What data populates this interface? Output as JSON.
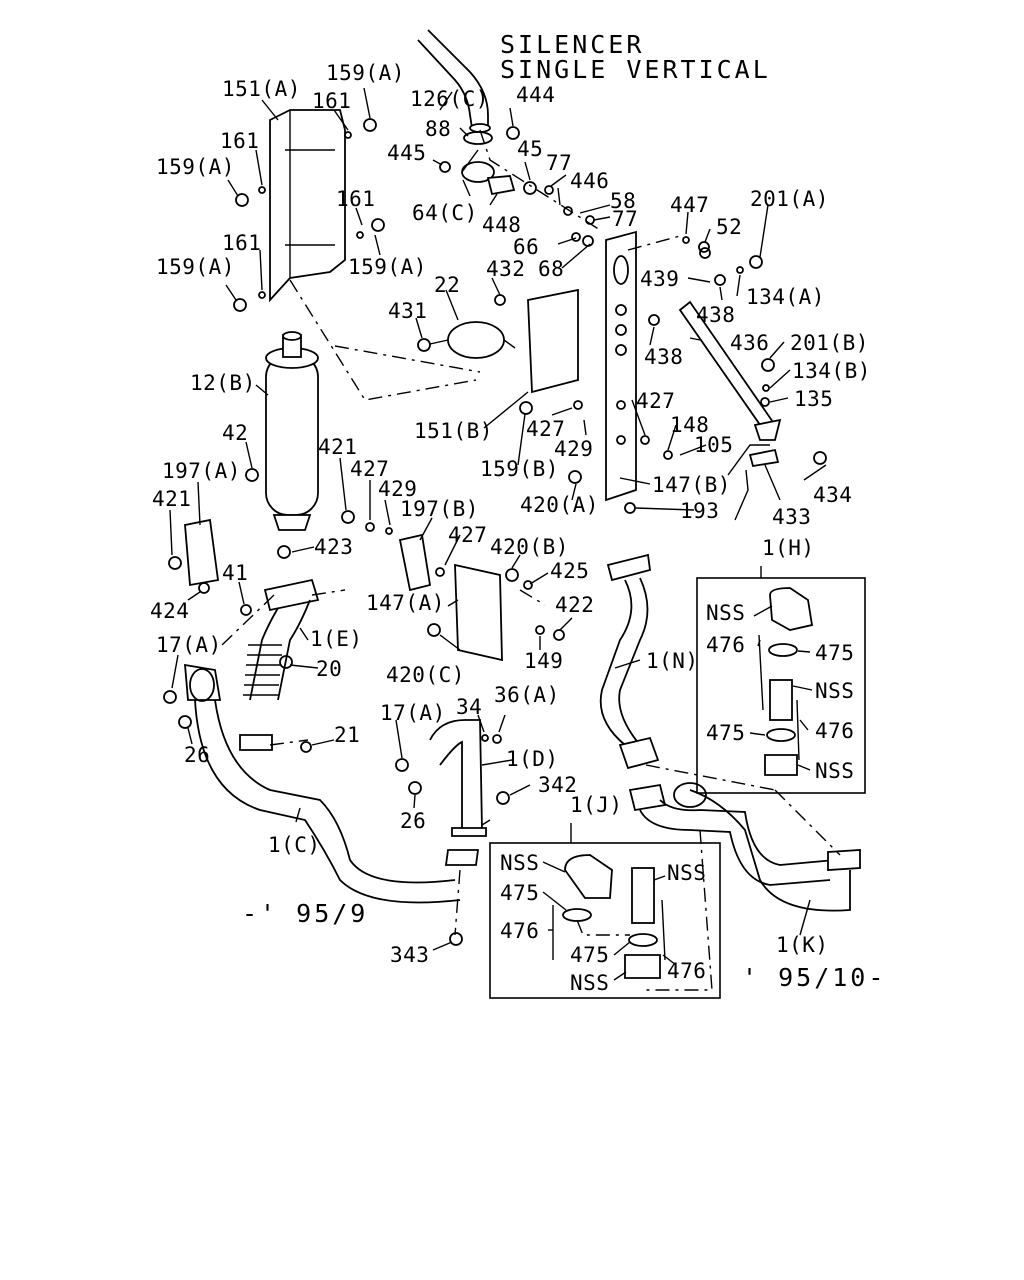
{
  "title": {
    "line1": "SILENCER",
    "line2": "SINGLE VERTICAL"
  },
  "labels": {
    "p151A": "151(A)",
    "p159A_top": "159(A)",
    "p161_1": "161",
    "p126C": "126(C)",
    "p444": "444",
    "p161_2": "161",
    "p159A_l1": "159(A)",
    "p88": "88",
    "p445": "445",
    "p45": "45",
    "p77_1": "77",
    "p446": "446",
    "p64C": "64(C)",
    "p448": "448",
    "p58": "58",
    "p77_2": "77",
    "p447": "447",
    "p201A": "201(A)",
    "p161_3": "161",
    "p52": "52",
    "p66": "66",
    "p68": "68",
    "p161_4": "161",
    "p159A_l2": "159(A)",
    "p159A_m": "159(A)",
    "p432": "432",
    "p22": "22",
    "p439": "439",
    "p134A": "134(A)",
    "p438_1": "438",
    "p431": "431",
    "p436": "436",
    "p438_2": "438",
    "p201B": "201(B)",
    "p12B": "12(B)",
    "p134B": "134(B)",
    "p135": "135",
    "p151B": "151(B)",
    "p427_1": "427",
    "p427_2": "427",
    "p148": "148",
    "p42": "42",
    "p421_1": "421",
    "p429_1": "429",
    "p105": "105",
    "p159B": "159(B)",
    "p427_3": "427",
    "p197A": "197(A)",
    "p429_2": "429",
    "p147B": "147(B)",
    "p420A": "420(A)",
    "p434": "434",
    "p421_2": "421",
    "p197B": "197(B)",
    "p193": "193",
    "p433": "433",
    "p423": "423",
    "p427_4": "427",
    "p1H": "1(H)",
    "p420B": "420(B)",
    "p41": "41",
    "p425": "425",
    "p424": "424",
    "p147A": "147(A)",
    "p422": "422",
    "pNSS_1": "NSS",
    "p17A_1": "17(A)",
    "p1E": "1(E)",
    "p476_1": "476",
    "p475_1": "475",
    "p20": "20",
    "p420C": "420(C)",
    "p149": "149",
    "p1N": "1(N)",
    "pNSS_2": "NSS",
    "p26_1": "26",
    "p476_2": "476",
    "p475_2": "475",
    "p21": "21",
    "p17A_2": "17(A)",
    "p34": "34",
    "p36A": "36(A)",
    "p1D": "1(D)",
    "pNSS_3": "NSS",
    "p342": "342",
    "p26_2": "26",
    "p1J": "1(J)",
    "p1C": "1(C)",
    "pNSS_4": "NSS",
    "pNSS_5": "NSS",
    "p475_3": "475",
    "p476_3": "476",
    "p475_4": "475",
    "p476_4": "476",
    "pNSS_6": "NSS",
    "p1K": "1(K)",
    "p343": "343",
    "date_left": "-' 95/9",
    "date_right": "' 95/10-"
  }
}
